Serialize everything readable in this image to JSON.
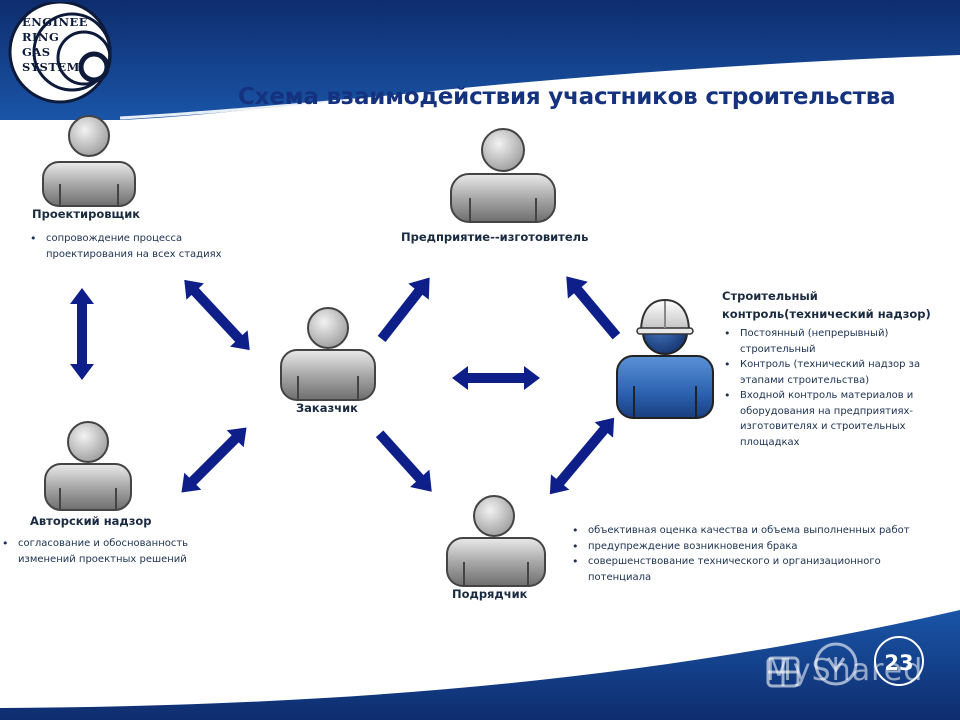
{
  "logo": {
    "lines": [
      "ENGINEE",
      "RING",
      "GAS",
      "SYSTEM"
    ]
  },
  "slide": {
    "title": "Схема взаимодействия участников строительства",
    "page_number": "23",
    "watermark": "MyShared"
  },
  "participants": {
    "designer": {
      "label": "Проектировщик",
      "bullets": [
        "сопровождение процесса проектирования на всех стадиях"
      ]
    },
    "manufacturer": {
      "label": "Предприятие--изготовитель"
    },
    "customer": {
      "label": "Заказчик"
    },
    "construction_control": {
      "label_line1": "Строительный",
      "label_line2": "контроль(технический надзор)",
      "bullets": [
        "Постоянный (непрерывный) строительный",
        "Контроль (технический надзор за этапами строительства)",
        "Входной контроль материалов и оборудования на предприятиях-изготовителях и строительных площадках"
      ]
    },
    "author_supervision": {
      "label": "Авторский надзор",
      "bullets": [
        "согласование и обоснованность изменений проектных решений"
      ]
    },
    "contractor": {
      "label": "Подрядчик",
      "bullets": [
        "объективная оценка качества и объема выполненных работ",
        "предупреждение возникновения брака",
        "совершенствование технического и организационного потенциала"
      ]
    }
  },
  "colors": {
    "header_blue": "#123d8c",
    "title_blue": "#15327f",
    "arrow_navy": "#0f1f8a",
    "person_gray": "#9a9a9a",
    "person_blue": "#2e6bb8",
    "helmet_white": "#f4f4f4"
  },
  "icons": [
    "person-icon",
    "worker-helmet-icon",
    "double-arrow-icon",
    "arrow-icon"
  ]
}
